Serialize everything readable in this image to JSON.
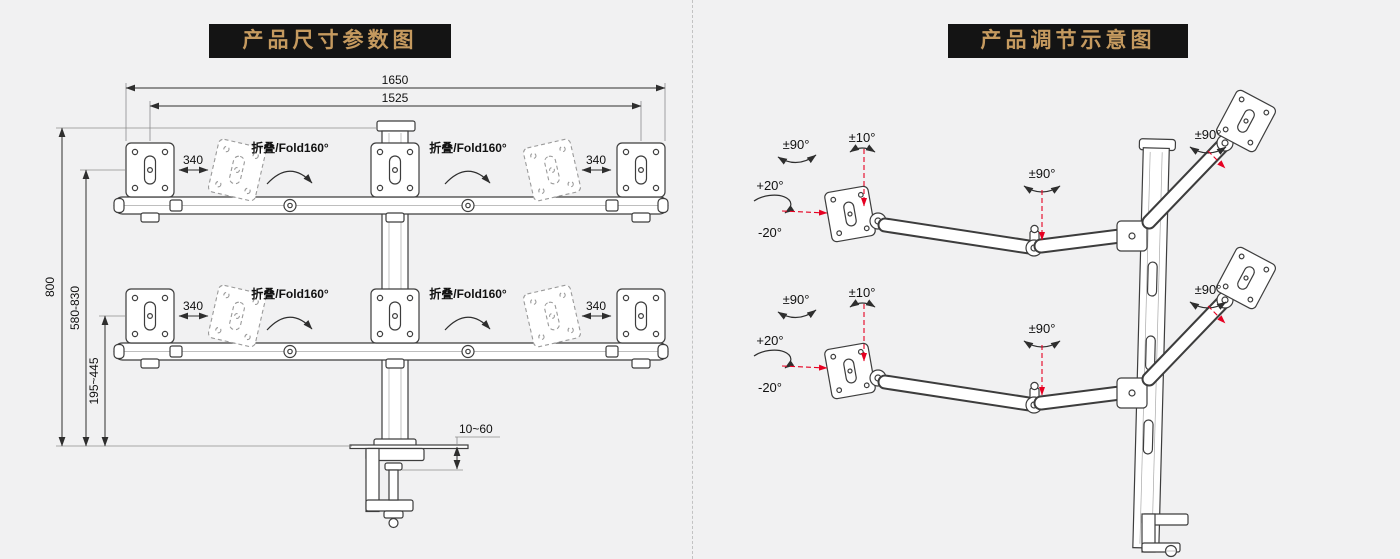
{
  "colors": {
    "background": "#f1f1f2",
    "badge_bg": "#141414",
    "badge_text": "#c59a5f",
    "line": "#3d3d3d",
    "annotation_red": "#e60021"
  },
  "left_panel": {
    "title": "产品尺寸参数图",
    "dims": {
      "total_width": "1650",
      "inner_width": "1525",
      "slide": "340",
      "fold": "折叠/Fold160°",
      "total_height": "800",
      "upper_range": "580-830",
      "lower_range": "195~445",
      "clamp_range": "10~60"
    }
  },
  "right_panel": {
    "title": "产品调节示意图",
    "ann": {
      "swivel": "±90°",
      "tilt": "±10°",
      "roll_up": "+20°",
      "roll_down": "-20°"
    }
  }
}
